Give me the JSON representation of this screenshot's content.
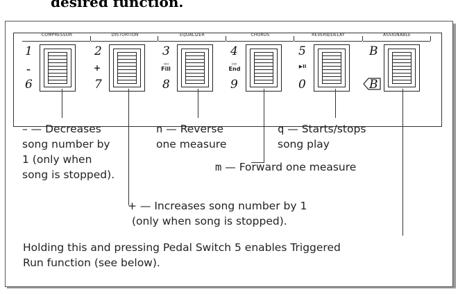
{
  "top_text": "desired function.",
  "sections": [
    {
      "label": "COMPRESSOR",
      "num_top": "1",
      "num_bottom": "6",
      "symbol": "–"
    },
    {
      "label": "DISTORTION",
      "num_top": "2",
      "num_bottom": "7",
      "symbol": "+"
    },
    {
      "label": "EQUALIZER",
      "num_top": "3",
      "num_bottom": "8",
      "symbol_top": "◃◃",
      "symbol": "Fill"
    },
    {
      "label": "CHORUS",
      "num_top": "4",
      "num_bottom": "9",
      "symbol_top": "▹▹",
      "symbol": "End"
    },
    {
      "label": "REVERB/DELAY",
      "num_top": "5",
      "num_bottom": "0",
      "symbol": "▶II"
    },
    {
      "label": "ASSIGNABLE",
      "num_top": "B",
      "num_bottom": "B",
      "symbol": ""
    }
  ],
  "descriptions": {
    "minus": {
      "key": "–",
      "line1": " — Decreases",
      "line2": "song number by",
      "line3": "1 (only when",
      "line4": "song is stopped)."
    },
    "n": {
      "key": "n",
      "line1": " — Reverse",
      "line2": "one measure"
    },
    "q": {
      "key": "q",
      "line1": " — Starts/stops",
      "line2": "song play"
    },
    "m": {
      "key": "m",
      "line1": " — Forward one measure"
    },
    "plus": {
      "key": "+",
      "line1": " — Increases song number by 1",
      "line2": "(only when song is stopped)."
    },
    "assignable": {
      "line1": "Holding this and pressing Pedal Switch 5 enables Triggered",
      "line2": "Run function (see below)."
    }
  }
}
